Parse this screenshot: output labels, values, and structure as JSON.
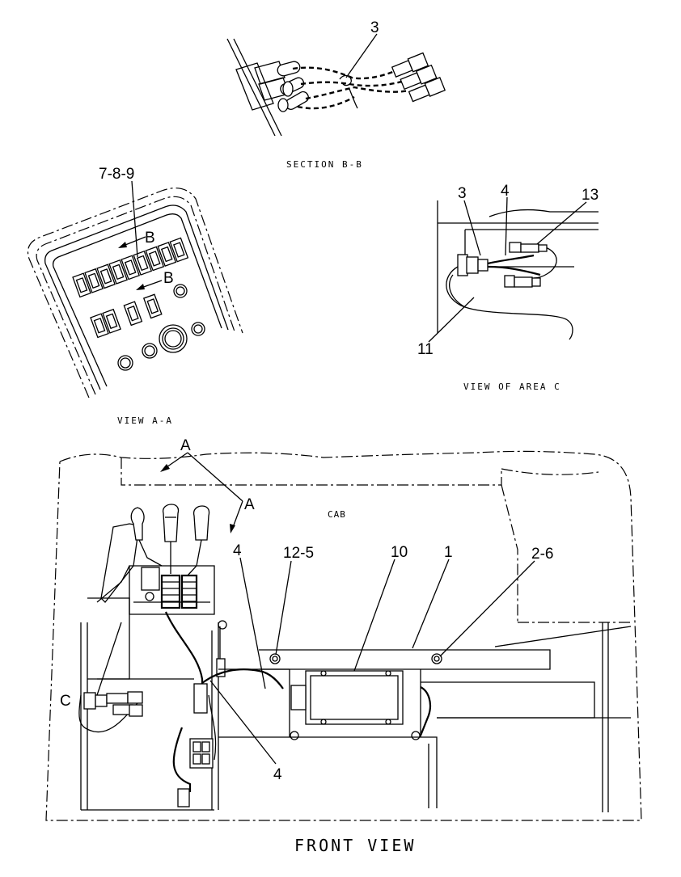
{
  "views": {
    "section_bb": {
      "title": "SECTION B-B",
      "callouts": [
        "3"
      ]
    },
    "view_aa": {
      "title": "VIEW A-A",
      "callouts": [
        "7-8-9"
      ],
      "section_markers": [
        "B",
        "B"
      ]
    },
    "view_area_c": {
      "title": "VIEW OF AREA C",
      "callouts": [
        "3",
        "4",
        "13",
        "11"
      ]
    },
    "front_view": {
      "title": "FRONT VIEW",
      "region_label": "CAB",
      "view_markers": [
        "A",
        "A",
        "C"
      ],
      "callouts": [
        "4",
        "12-5",
        "10",
        "1",
        "2-6",
        "4"
      ]
    }
  }
}
